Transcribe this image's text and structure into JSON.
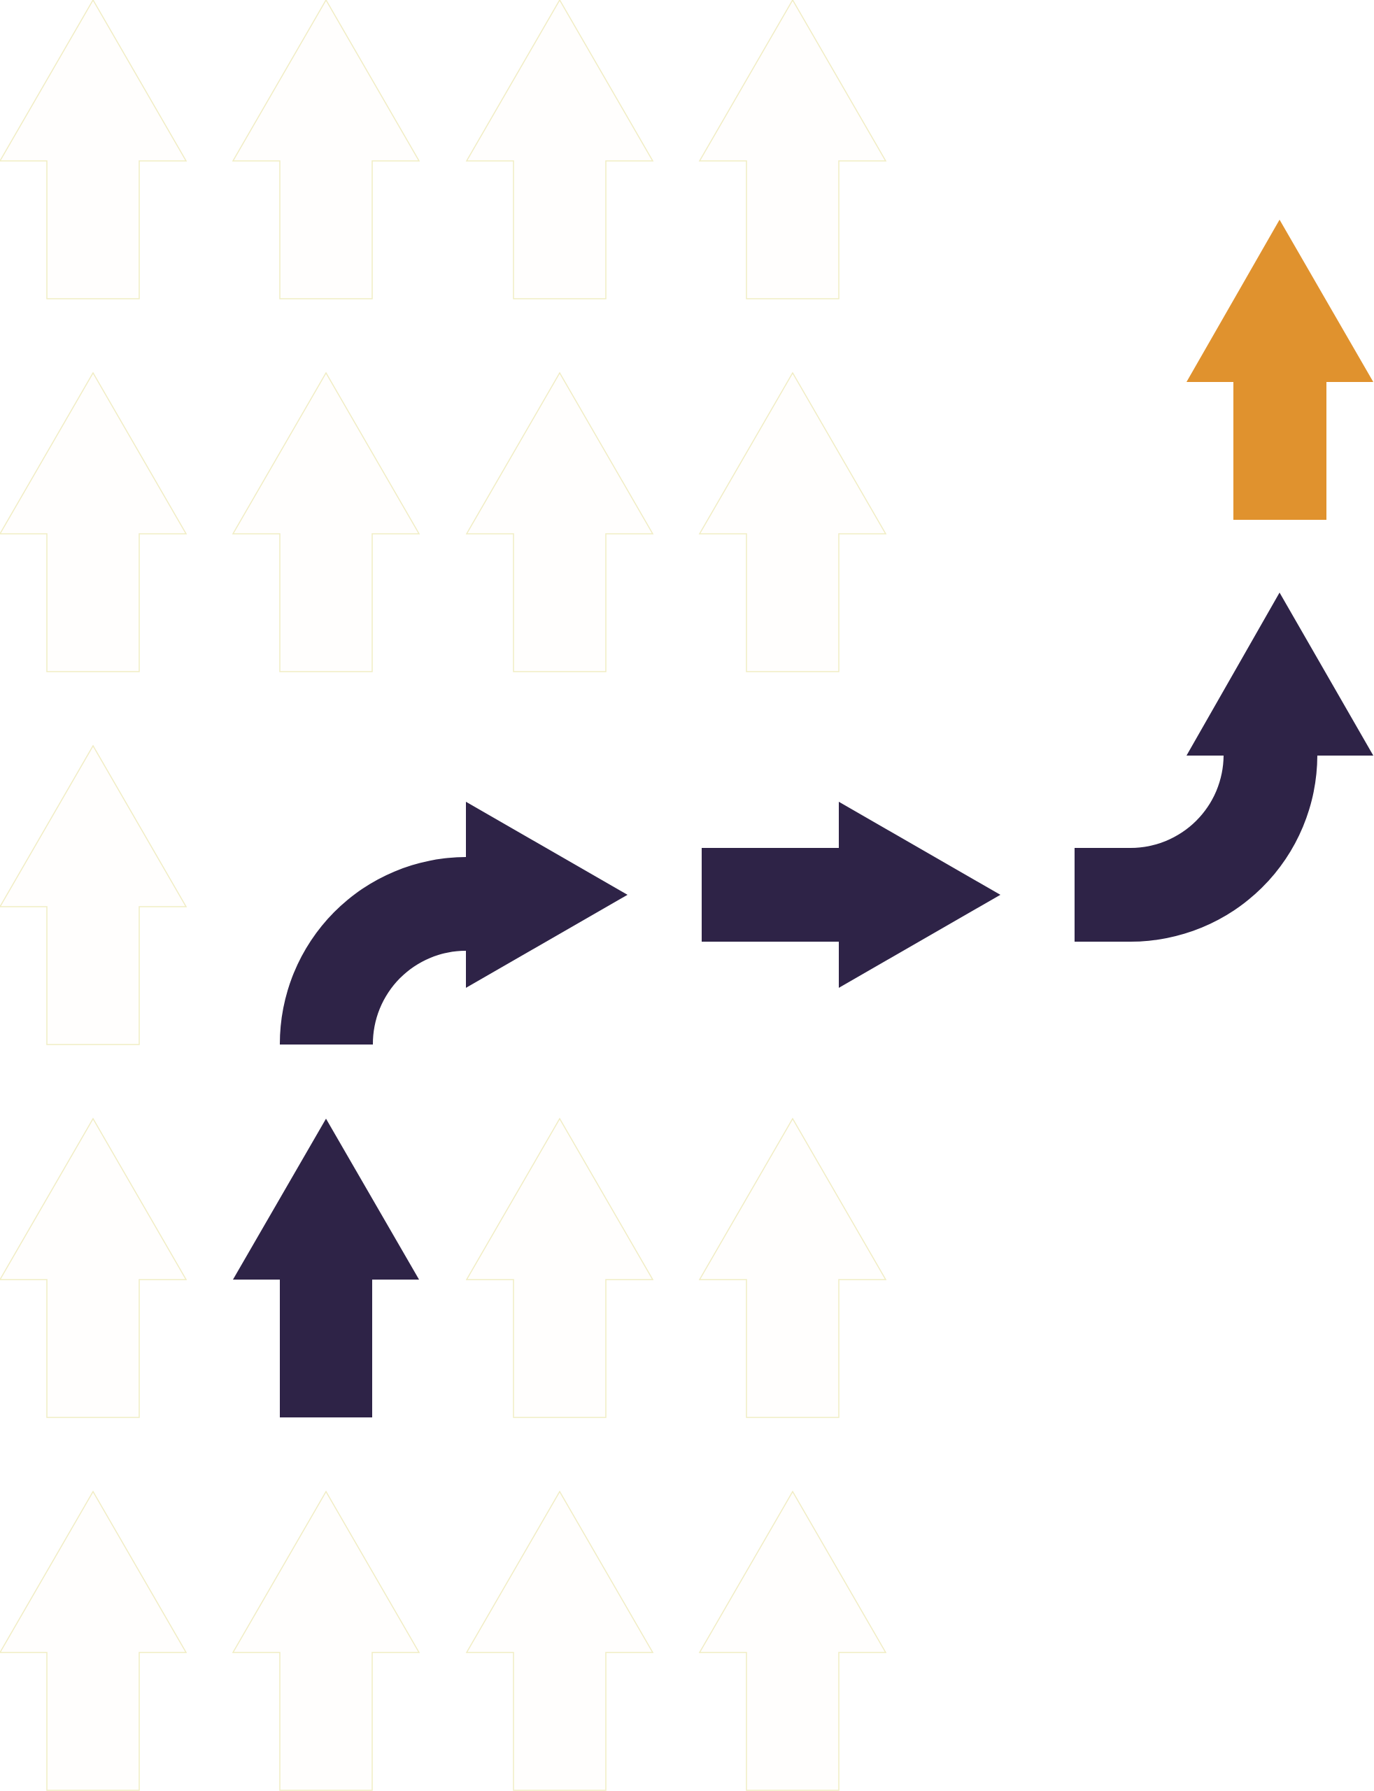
{
  "illustration": {
    "theme": "arrow-path-to-goal",
    "colors": {
      "background": "#ffffff",
      "path": "#2e2347",
      "goal": "#e0922e",
      "ghost_fill": "#fffefd",
      "ghost_outline": "#f1edc4"
    },
    "ghost_pattern": {
      "icon": "up-arrow-icon",
      "rows": 5,
      "columns": 4
    },
    "path_icons": [
      "up-arrow-icon",
      "curved-arrow-up-right-icon",
      "right-arrow-icon",
      "curved-arrow-right-up-icon"
    ],
    "goal_icon": "up-arrow-icon"
  }
}
